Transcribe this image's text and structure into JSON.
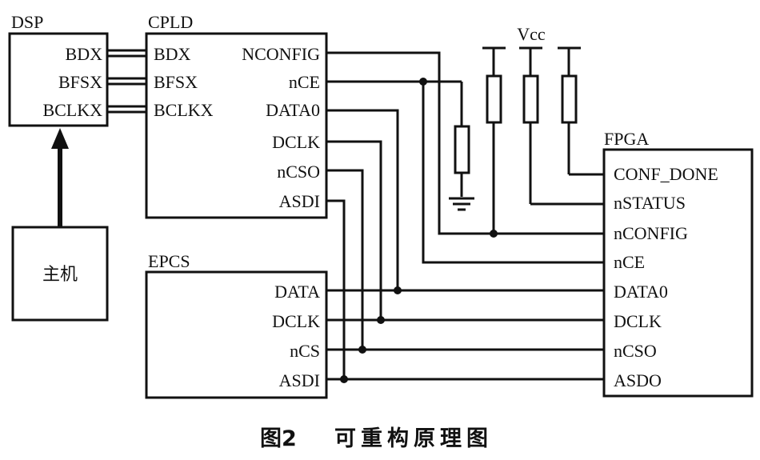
{
  "dsp": {
    "title": "DSP",
    "pins": [
      "BDX",
      "BFSX",
      "BCLKX"
    ]
  },
  "host": {
    "label": "主机"
  },
  "cpld": {
    "title": "CPLD",
    "left_pins": [
      "BDX",
      "BFSX",
      "BCLKX"
    ],
    "right_pins": [
      "NCONFIG",
      "nCE",
      "DATA0",
      "DCLK",
      "nCSO",
      "ASDI"
    ]
  },
  "epcs": {
    "title": "EPCS",
    "pins": [
      "DATA",
      "DCLK",
      "nCS",
      "ASDI"
    ]
  },
  "fpga": {
    "title": "FPGA",
    "pins": [
      "CONF_DONE",
      "nSTATUS",
      "nCONFIG",
      "nCE",
      "DATA0",
      "DCLK",
      "nCSO",
      "ASDO"
    ]
  },
  "vcc_label": "Vcc",
  "caption": {
    "figure": "图2",
    "text": "可重构原理图"
  }
}
